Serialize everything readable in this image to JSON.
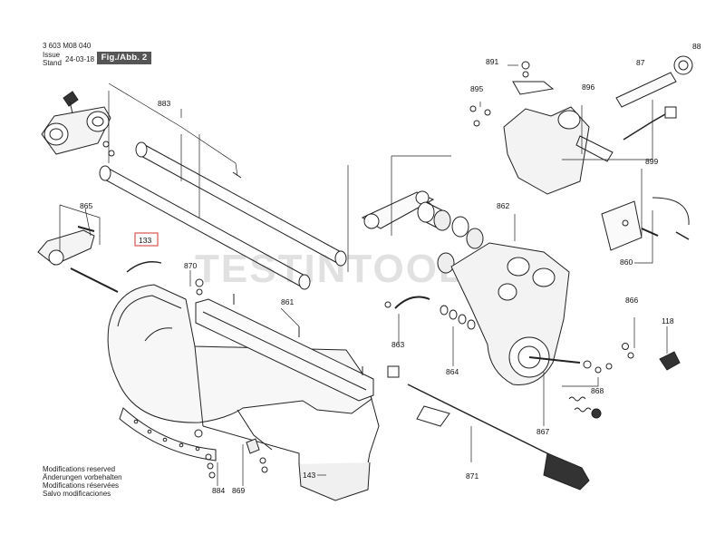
{
  "header": {
    "doc_number": "3 603 M08 040",
    "issue_label": "Issue",
    "stand_label": "Stand",
    "issue_date": "24-03-18",
    "figure_label": "Fig./Abb. 2"
  },
  "footer": {
    "lines": [
      "Modifications reserved",
      "Änderungen vorbehalten",
      "Modifications réservées",
      "Salvo modificaciones"
    ]
  },
  "watermark_text": "TESTINTOOLS",
  "highlight_color": "#d9534f",
  "part_numbers": {
    "p891": "891",
    "p88": "88",
    "p87": "87",
    "p895": "895",
    "p896": "896",
    "p883": "883",
    "p899": "899",
    "p862": "862",
    "p865": "865",
    "p133": "133",
    "p870": "870",
    "p861": "861",
    "p860": "860",
    "p866": "866",
    "p863": "863",
    "p118": "118",
    "p864": "864",
    "p868": "868",
    "p867": "867",
    "p143": "143",
    "p871": "871",
    "p884": "884",
    "p869": "869"
  }
}
